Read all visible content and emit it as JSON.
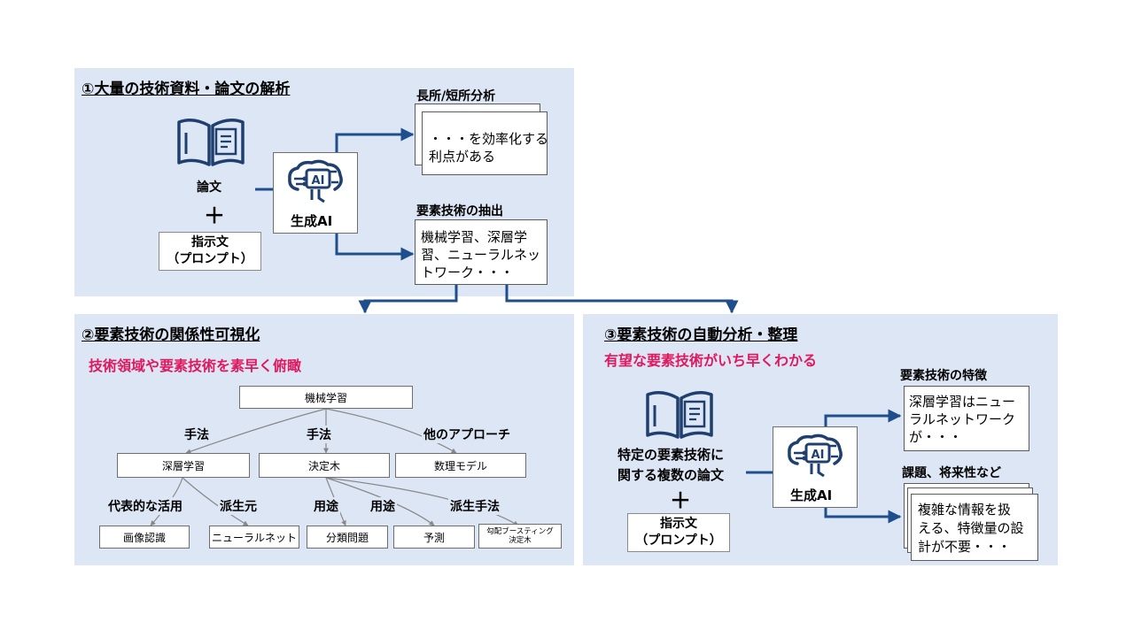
{
  "panel1": {
    "title": "①大量の技術資料・論文の解析",
    "book_label": "論文",
    "plus": "＋",
    "instruction": [
      "指示文",
      "（プロンプト）"
    ],
    "ai_label": "生成AI",
    "ai_chip": "AI",
    "out1_title": "長所/短所分析",
    "out1_text": [
      "・・・を効率化する",
      "利点がある"
    ],
    "out2_title": "要素技術の抽出",
    "out2_text": [
      "機械学習、深層学",
      "習、ニューラルネッ",
      "トワーク・・・"
    ]
  },
  "panel2": {
    "title": "②要素技術の関係性可視化",
    "subtitle": "技術領域や要素技術を素早く俯瞰",
    "root": "機械学習",
    "edge_labels": [
      "手法",
      "手法",
      "他のアプローチ"
    ],
    "level1": [
      "深層学習",
      "決定木",
      "数理モデル"
    ],
    "edge_labels2": [
      "代表的な活用",
      "派生元",
      "用途",
      "用途",
      "派生手法"
    ],
    "level2": [
      "画像認識",
      "ニューラルネット",
      "分類問題",
      "予測",
      "勾配ブースティング",
      "決定木"
    ]
  },
  "panel3": {
    "title": "③要素技術の自動分析・整理",
    "subtitle": "有望な要素技術がいち早くわかる",
    "paper_label": [
      "特定の要素技術に",
      "関する複数の論文"
    ],
    "plus": "＋",
    "instruction": [
      "指示文",
      "（プロンプト）"
    ],
    "ai_label": "生成AI",
    "ai_chip": "AI",
    "out1_title": "要素技術の特徴",
    "out1_text": [
      "深層学習はニュー",
      "ラルネットワーク",
      "が・・・"
    ],
    "out2_title": "課題、将来性など",
    "out2_text": [
      "複雑な情報を扱",
      "える、特徴量の設",
      "計が不要・・・"
    ]
  },
  "colors": {
    "panel_bg": "#dde6f5",
    "arrow": "#1f4e8c",
    "accent_pink": "#e0195f",
    "icon": "#1f3f6e"
  }
}
